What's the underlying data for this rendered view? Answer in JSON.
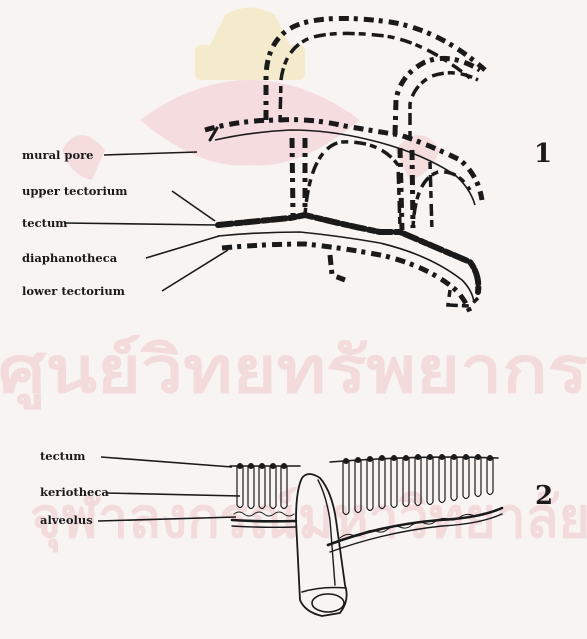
{
  "watermark": {
    "line1": "ศูนย์วิทยทรัพยากร",
    "line2": "จุฬาลงกรณ์มหาวิทยาลัย",
    "color": "#f0c8cc",
    "logo": "chulalongkorn-university-crest"
  },
  "figure1": {
    "number": "1",
    "labels": [
      "mural pore",
      "upper tectorium",
      "tectum",
      "diaphanotheca",
      "lower tectorium"
    ]
  },
  "figure2": {
    "number": "2",
    "labels": [
      "tectum",
      "keriotheca",
      "alveolus"
    ]
  }
}
